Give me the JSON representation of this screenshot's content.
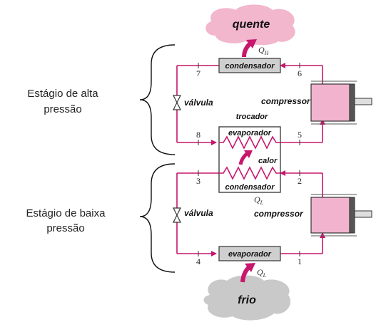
{
  "stages": {
    "high": {
      "line1": "Estágio de alta",
      "line2": "pressão"
    },
    "low": {
      "line1": "Estágio de baixa",
      "line2": "pressão"
    }
  },
  "labels": {
    "hot": "quente",
    "cold": "frio",
    "condenser_top": "condensador",
    "valve_top": "válvula",
    "compressor_top": "compressor",
    "exchanger": "trocador",
    "evaporator_mid": "evaporador",
    "heat": "calor",
    "condenser_mid": "condensador",
    "valve_bottom": "válvula",
    "compressor_bottom": "compressor",
    "evaporator_bottom": "evaporador"
  },
  "heat_flows": {
    "qh": {
      "main": "Q",
      "sub": "H"
    },
    "ql_mid": {
      "main": "Q",
      "sub": "L"
    },
    "ql_bottom": {
      "main": "Q",
      "sub": "L"
    }
  },
  "state_points": [
    "1",
    "2",
    "3",
    "4",
    "5",
    "6",
    "7",
    "8"
  ],
  "colors": {
    "pipe": "#c8176d",
    "cloud_hot": "#f2b6cd",
    "cloud_cold": "#c9c9c9",
    "compressor": "#f2b3cf",
    "box": "#cfcfcf"
  }
}
